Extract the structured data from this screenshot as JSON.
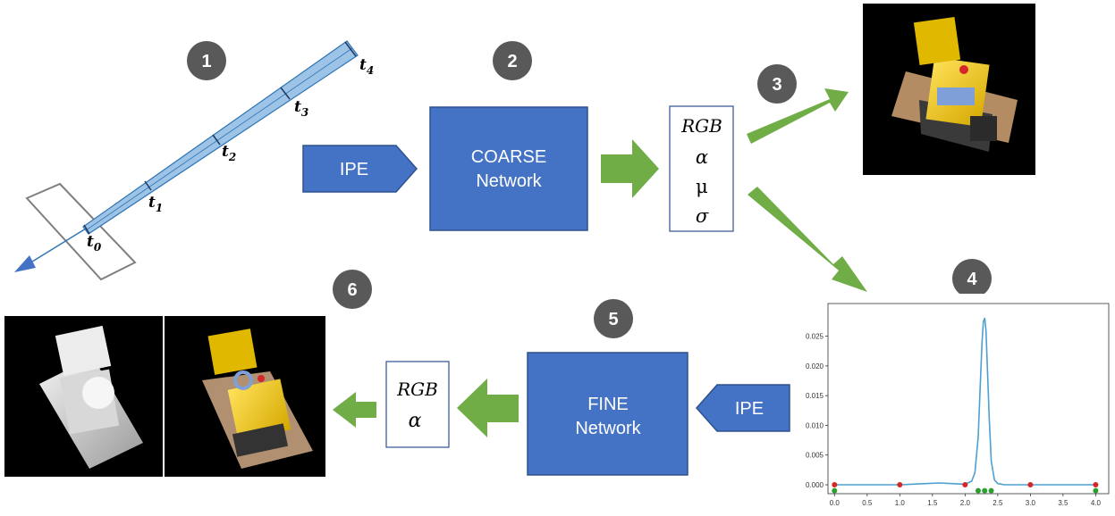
{
  "steps": {
    "s1": "1",
    "s2": "2",
    "s3": "3",
    "s4": "4",
    "s5": "5",
    "s6": "6"
  },
  "cone": {
    "labels": [
      "t",
      "t",
      "t",
      "t",
      "t"
    ],
    "subscripts": [
      "0",
      "1",
      "2",
      "3",
      "4"
    ]
  },
  "top_row": {
    "ipe_label": "IPE",
    "coarse_line1": "COARSE",
    "coarse_line2": "Network",
    "outputs": [
      "RGB",
      "α",
      "μ",
      "σ"
    ]
  },
  "bottom_row": {
    "ipe_label": "IPE",
    "fine_line1": "FINE",
    "fine_line2": "Network",
    "outputs": [
      "RGB",
      "α"
    ]
  },
  "colors": {
    "box_fill": "#4472c4",
    "arrow_green": "#70ad47",
    "badge_fill": "#595959",
    "cone_fill": "#9dc3e6",
    "curve": "#4f9fd0",
    "red_points": "#d62728",
    "green_points": "#2ca02c"
  },
  "images": {
    "render_top": "rendered-lego-bulldozer",
    "depth_map": "depth-map-bulldozer",
    "render_bottom": "rendered-lego-bulldozer"
  },
  "chart_data": {
    "type": "line",
    "x_ticks": [
      "0.0",
      "0.5",
      "1.0",
      "1.5",
      "2.0",
      "2.5",
      "3.0",
      "3.5",
      "4.0"
    ],
    "y_ticks": [
      "0.000",
      "0.005",
      "0.010",
      "0.015",
      "0.020",
      "0.025"
    ],
    "xlim": [
      -0.1,
      4.2
    ],
    "ylim": [
      -0.0015,
      0.0305
    ],
    "series": [
      {
        "x": [
          0.0,
          0.5,
          1.0,
          1.4,
          1.6,
          1.8,
          2.0,
          2.1,
          2.15,
          2.2,
          2.23,
          2.26,
          2.28,
          2.3,
          2.32,
          2.34,
          2.37,
          2.4,
          2.45,
          2.5,
          2.6,
          3.0,
          3.5,
          4.0
        ],
        "y": [
          0.0,
          0.0,
          0.0,
          0.0002,
          0.0003,
          0.0002,
          0.0001,
          0.0006,
          0.002,
          0.008,
          0.016,
          0.024,
          0.0275,
          0.028,
          0.026,
          0.02,
          0.011,
          0.004,
          0.0008,
          0.0002,
          0.0,
          0.0,
          0.0,
          0.0
        ]
      }
    ],
    "red_points": {
      "x": [
        0.0,
        1.0,
        2.0,
        3.0,
        4.0
      ],
      "y": [
        0.0,
        0.0,
        0.0,
        0.0,
        0.0
      ]
    },
    "green_points": {
      "x": [
        0.0,
        2.2,
        2.3,
        2.4,
        4.0
      ],
      "y": [
        -0.001,
        -0.001,
        -0.001,
        -0.001,
        -0.001
      ]
    }
  }
}
